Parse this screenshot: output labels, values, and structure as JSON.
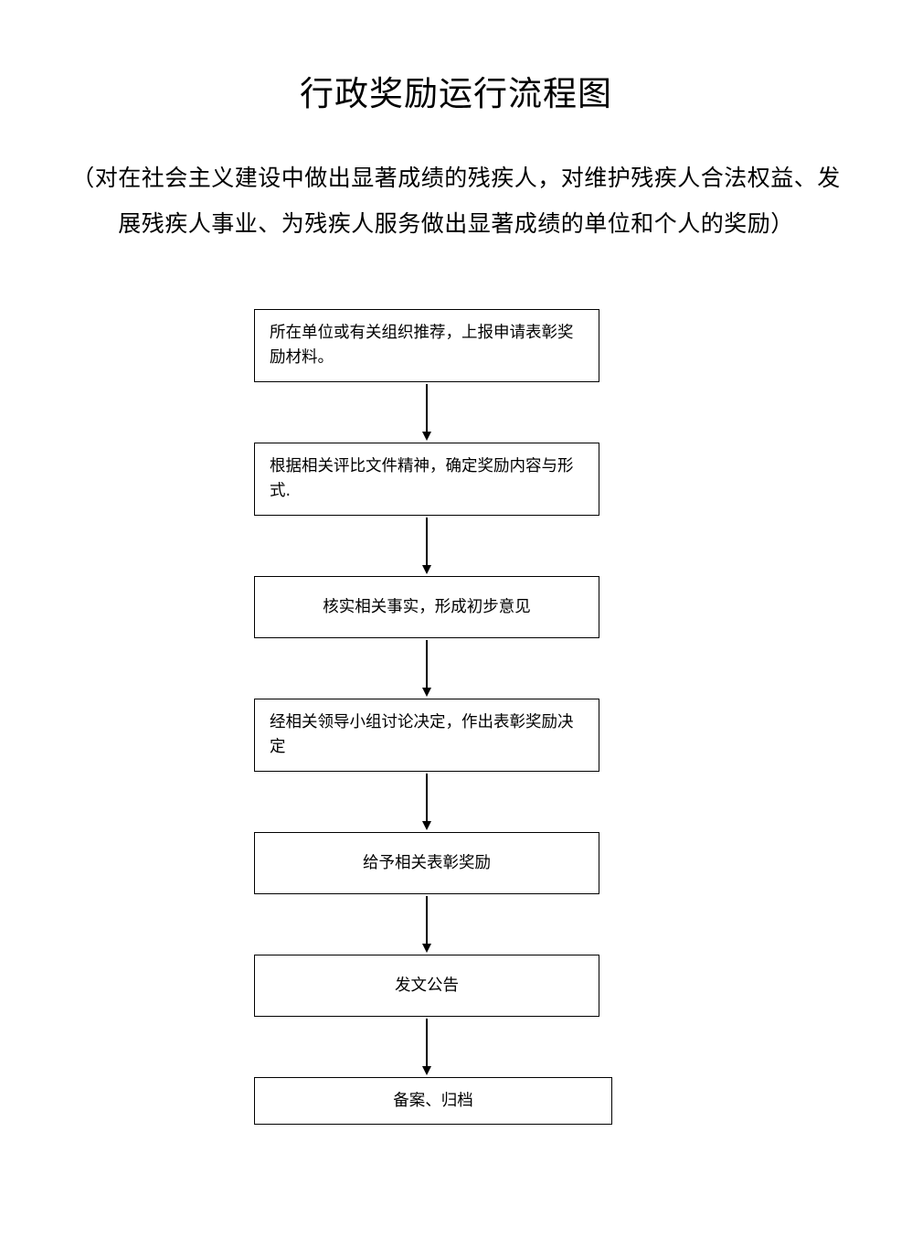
{
  "page": {
    "title": "行政奖励运行流程图",
    "subtitle": "（对在社会主义建设中做出显著成绩的残疾人，对维护残疾人合法权益、发展残疾人事业、为残疾人服务做出显著成绩的单位和个人的奖励）"
  },
  "flow": {
    "steps": [
      {
        "text": "所在单位或有关组织推荐，上报申请表彰奖励材料。",
        "align": "left"
      },
      {
        "text": "根据相关评比文件精神，确定奖励内容与形式.",
        "align": "left"
      },
      {
        "text": "核实相关事实，形成初步意见",
        "align": "center"
      },
      {
        "text": "经相关领导小组讨论决定，作出表彰奖励决定",
        "align": "left"
      },
      {
        "text": "给予相关表彰奖励",
        "align": "center"
      },
      {
        "text": "发文公告",
        "align": "center"
      },
      {
        "text": "备案、归档",
        "align": "center"
      }
    ]
  },
  "colors": {
    "background": "#ffffff",
    "border": "#000000",
    "text": "#000000"
  }
}
